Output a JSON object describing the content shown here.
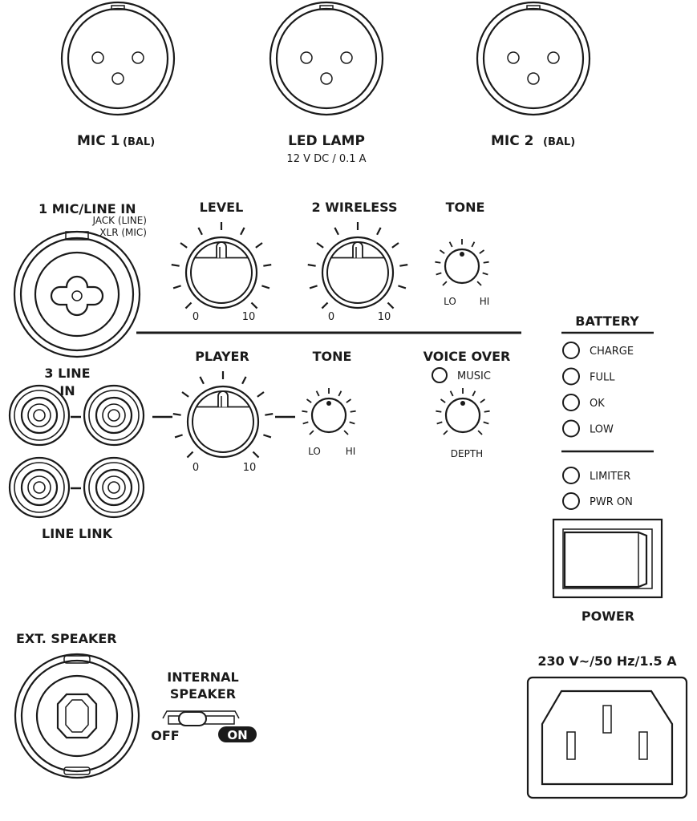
{
  "top_connectors": {
    "mic1": {
      "label": "MIC 1",
      "suffix": "(BAL)"
    },
    "led_lamp": {
      "label": "LED LAMP",
      "spec": "12 V DC / 0.1 A"
    },
    "mic2": {
      "label": "MIC 2",
      "suffix": "(BAL)"
    }
  },
  "channel1": {
    "title": "1 MIC/LINE IN",
    "sub1": "JACK (LINE)",
    "sub2": "XLR (MIC)"
  },
  "knobs": {
    "level": {
      "label": "LEVEL",
      "min": "0",
      "max": "10"
    },
    "wireless": {
      "label": "2 WIRELESS",
      "min": "0",
      "max": "10"
    },
    "tone_top": {
      "label": "TONE",
      "min": "LO",
      "max": "HI"
    },
    "player": {
      "label": "PLAYER",
      "min": "0",
      "max": "10"
    },
    "tone_bottom": {
      "label": "TONE",
      "min": "LO",
      "max": "HI"
    },
    "voice_over": {
      "label": "VOICE OVER",
      "led": "MUSIC",
      "knob_label": "DEPTH"
    }
  },
  "line_in": {
    "label_line1": "3 LINE",
    "label_line2": "IN"
  },
  "line_link": {
    "label": "LINE LINK"
  },
  "battery": {
    "title": "BATTERY",
    "leds": [
      "CHARGE",
      "FULL",
      "OK",
      "LOW"
    ]
  },
  "status_leds": [
    "LIMITER",
    "PWR ON"
  ],
  "power": {
    "label": "POWER"
  },
  "ext_speaker": {
    "label": "EXT. SPEAKER"
  },
  "internal_speaker": {
    "label_line1": "INTERNAL",
    "label_line2": "SPEAKER",
    "off": "OFF",
    "on": "ON"
  },
  "mains": {
    "spec": "230 V~/50 Hz/1.5 A"
  }
}
